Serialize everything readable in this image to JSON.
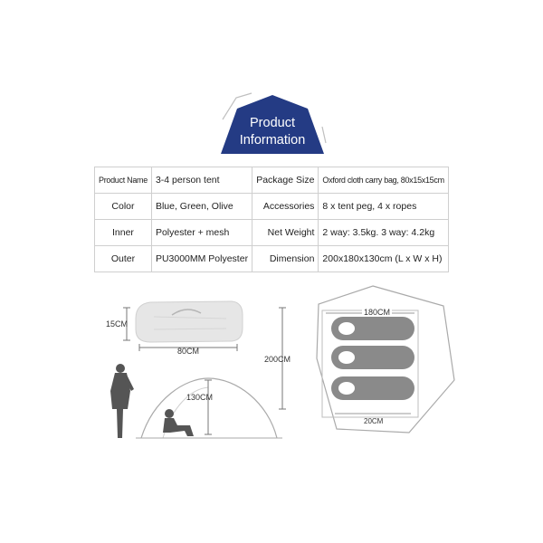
{
  "header": {
    "line1": "Product",
    "line2": "Information",
    "color": "#243b84"
  },
  "spec_rows": [
    {
      "label": "Product Name",
      "value": "3-4 person tent",
      "label2": "Package Size",
      "value2": "Oxford cloth carry bag, 80x15x15cm"
    },
    {
      "label": "Color",
      "value": "Blue, Green, Olive",
      "label2": "Accessories",
      "value2": "8 x tent peg, 4 x ropes"
    },
    {
      "label": "Inner",
      "value": "Polyester + mesh",
      "label2": "Net Weight",
      "value2": "2 way: 3.5kg. 3 way: 4.2kg"
    },
    {
      "label": "Outer",
      "value": "PU3000MM Polyester",
      "label2": "Dimension",
      "value2": "200x180x130cm (L x W x H)"
    }
  ],
  "dimensions": {
    "bag_height": "15CM",
    "bag_length": "80CM",
    "tent_height": "130CM",
    "floor_length": "200CM",
    "floor_width_top": "180CM",
    "floor_width_bottom": "20CM"
  }
}
